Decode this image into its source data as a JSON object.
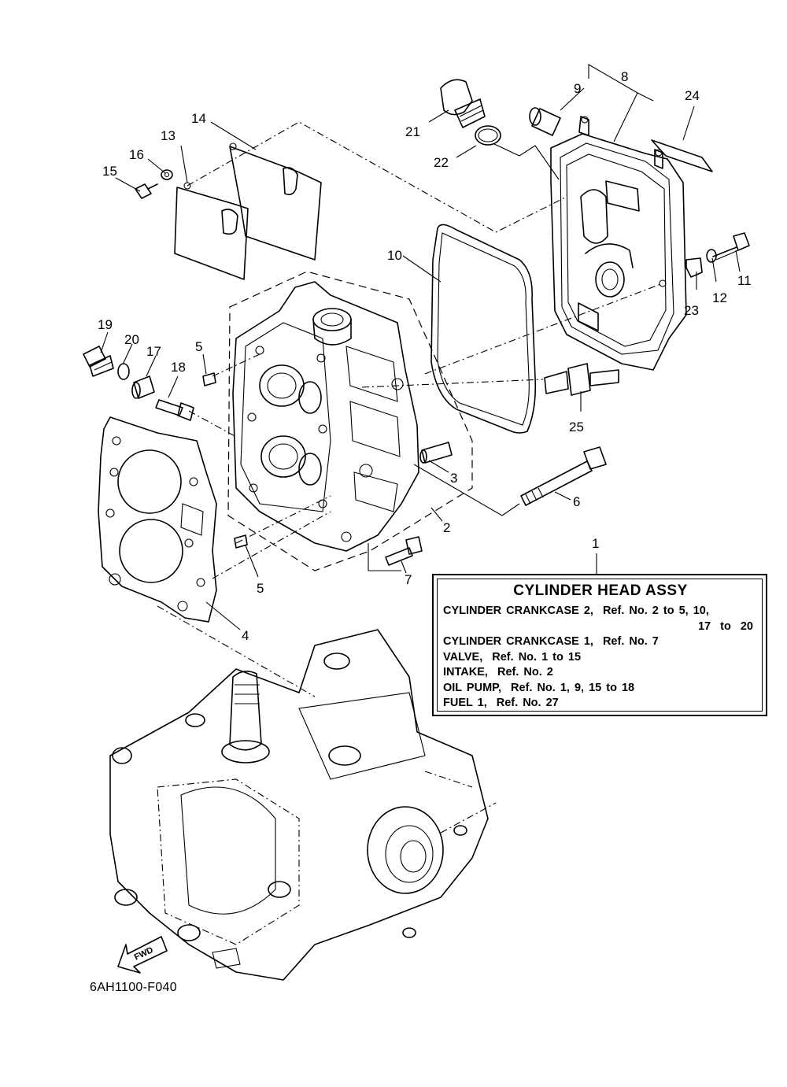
{
  "callouts": {
    "c1": "1",
    "c2": "2",
    "c3": "3",
    "c4": "4",
    "c5a": "5",
    "c5b": "5",
    "c6": "6",
    "c7": "7",
    "c8": "8",
    "c9": "9",
    "c10": "10",
    "c11": "11",
    "c12": "12",
    "c13": "13",
    "c14": "14",
    "c15": "15",
    "c16": "16",
    "c17": "17",
    "c18": "18",
    "c19": "19",
    "c20": "20",
    "c21": "21",
    "c22": "22",
    "c23": "23",
    "c24": "24",
    "c25": "25"
  },
  "info_box": {
    "title": "CYLINDER HEAD ASSY",
    "lines": [
      "CYLINDER CRANKCASE 2,  Ref. No. 2 to 5, 10,",
      "17  to  20",
      "CYLINDER CRANKCASE 1,  Ref. No. 7",
      "VALVE,  Ref. No. 1 to 15",
      "INTAKE,  Ref. No. 2",
      "OIL PUMP,  Ref. No. 1, 9, 15 to 18",
      "FUEL 1,  Ref. No. 27"
    ]
  },
  "diagram_code": "6AH1100-F040",
  "fwd_label": "FWD"
}
